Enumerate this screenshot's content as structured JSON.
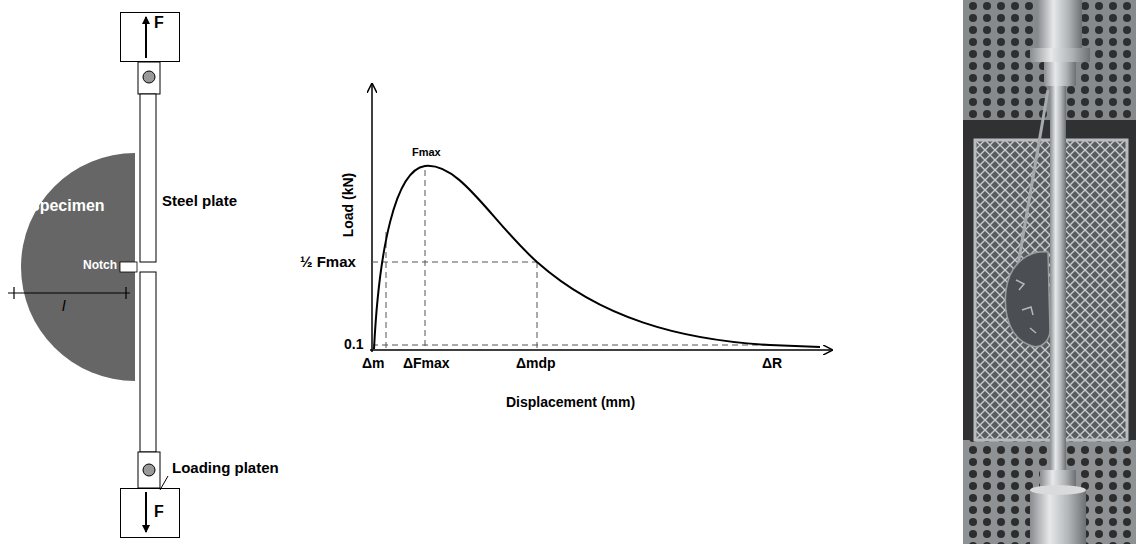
{
  "diagram": {
    "nodes": [
      {
        "text": [
          "F"
        ]
      },
      {
        "text": [
          "Specimen"
        ]
      },
      {
        "text": [
          "F"
        ]
      }
    ],
    "labels": [
      "Steel plate",
      "Notch",
      "l",
      "Loading platen",
      "Load (kN)",
      "Fmax",
      "½ Fmax",
      "0.1",
      "Δm",
      "ΔFmax",
      "Δmdp",
      "ΔR",
      "Displacement (mm)"
    ]
  }
}
